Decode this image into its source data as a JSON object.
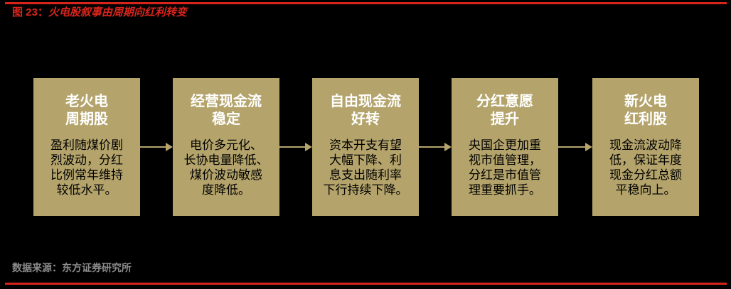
{
  "page": {
    "figure_label": "图 23：",
    "figure_title": "火电股叙事由周期向红利转变",
    "source_label": "数据来源：",
    "source_value": "东方证券研究所"
  },
  "colors": {
    "background": "#000000",
    "accent_red": "#d8251c",
    "box_fill": "#b4a46c",
    "box_title_text": "#ffffff",
    "box_body_text": "#000000",
    "arrow": "#b4a46c",
    "source_text": "#8c8c8c"
  },
  "flow": {
    "direction": "left-to-right",
    "boxes": [
      {
        "title": "老火电\n周期股",
        "body": "盈利随煤价剧\n烈波动，分红\n比例常年维持\n较低水平。"
      },
      {
        "title": "经营现金流\n稳定",
        "body": "电价多元化、\n长协电量降低、\n煤价波动敏感\n度降低。"
      },
      {
        "title": "自由现金流\n好转",
        "body": "资本开支有望\n大幅下降、利\n息支出随利率\n下行持续下降。"
      },
      {
        "title": "分红意愿\n提升",
        "body": "央国企更加重\n视市值管理，\n分红是市值管\n理重要抓手。"
      },
      {
        "title": "新火电\n红利股",
        "body": "现金流波动降\n低，保证年度\n现金分红总额\n平稳向上。"
      }
    ]
  }
}
